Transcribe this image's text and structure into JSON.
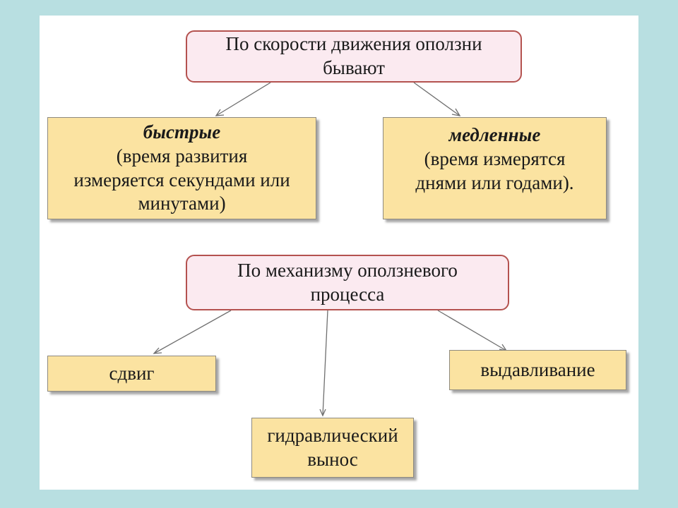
{
  "speed": {
    "header_line1": "По скорости движения оползни",
    "header_line2": "бывают",
    "fast_title": "быстрые",
    "fast_line1": "(время развития",
    "fast_line2": "измеряется секундами или",
    "fast_line3": "минутами)",
    "slow_title": "медленные",
    "slow_line1": "(время измерятся",
    "slow_line2": "днями или годами)."
  },
  "mechanism": {
    "header_line1": "По механизму оползневого",
    "header_line2": "процесса",
    "shift": "сдвиг",
    "hydraulic_line1": "гидравлический",
    "hydraulic_line2": "вынос",
    "extrusion": "выдавливание"
  },
  "colors": {
    "background": "#b8dfe1",
    "header_fill": "#fbeaf0",
    "header_border": "#b4524f",
    "leaf_fill": "#fbe3a1"
  }
}
